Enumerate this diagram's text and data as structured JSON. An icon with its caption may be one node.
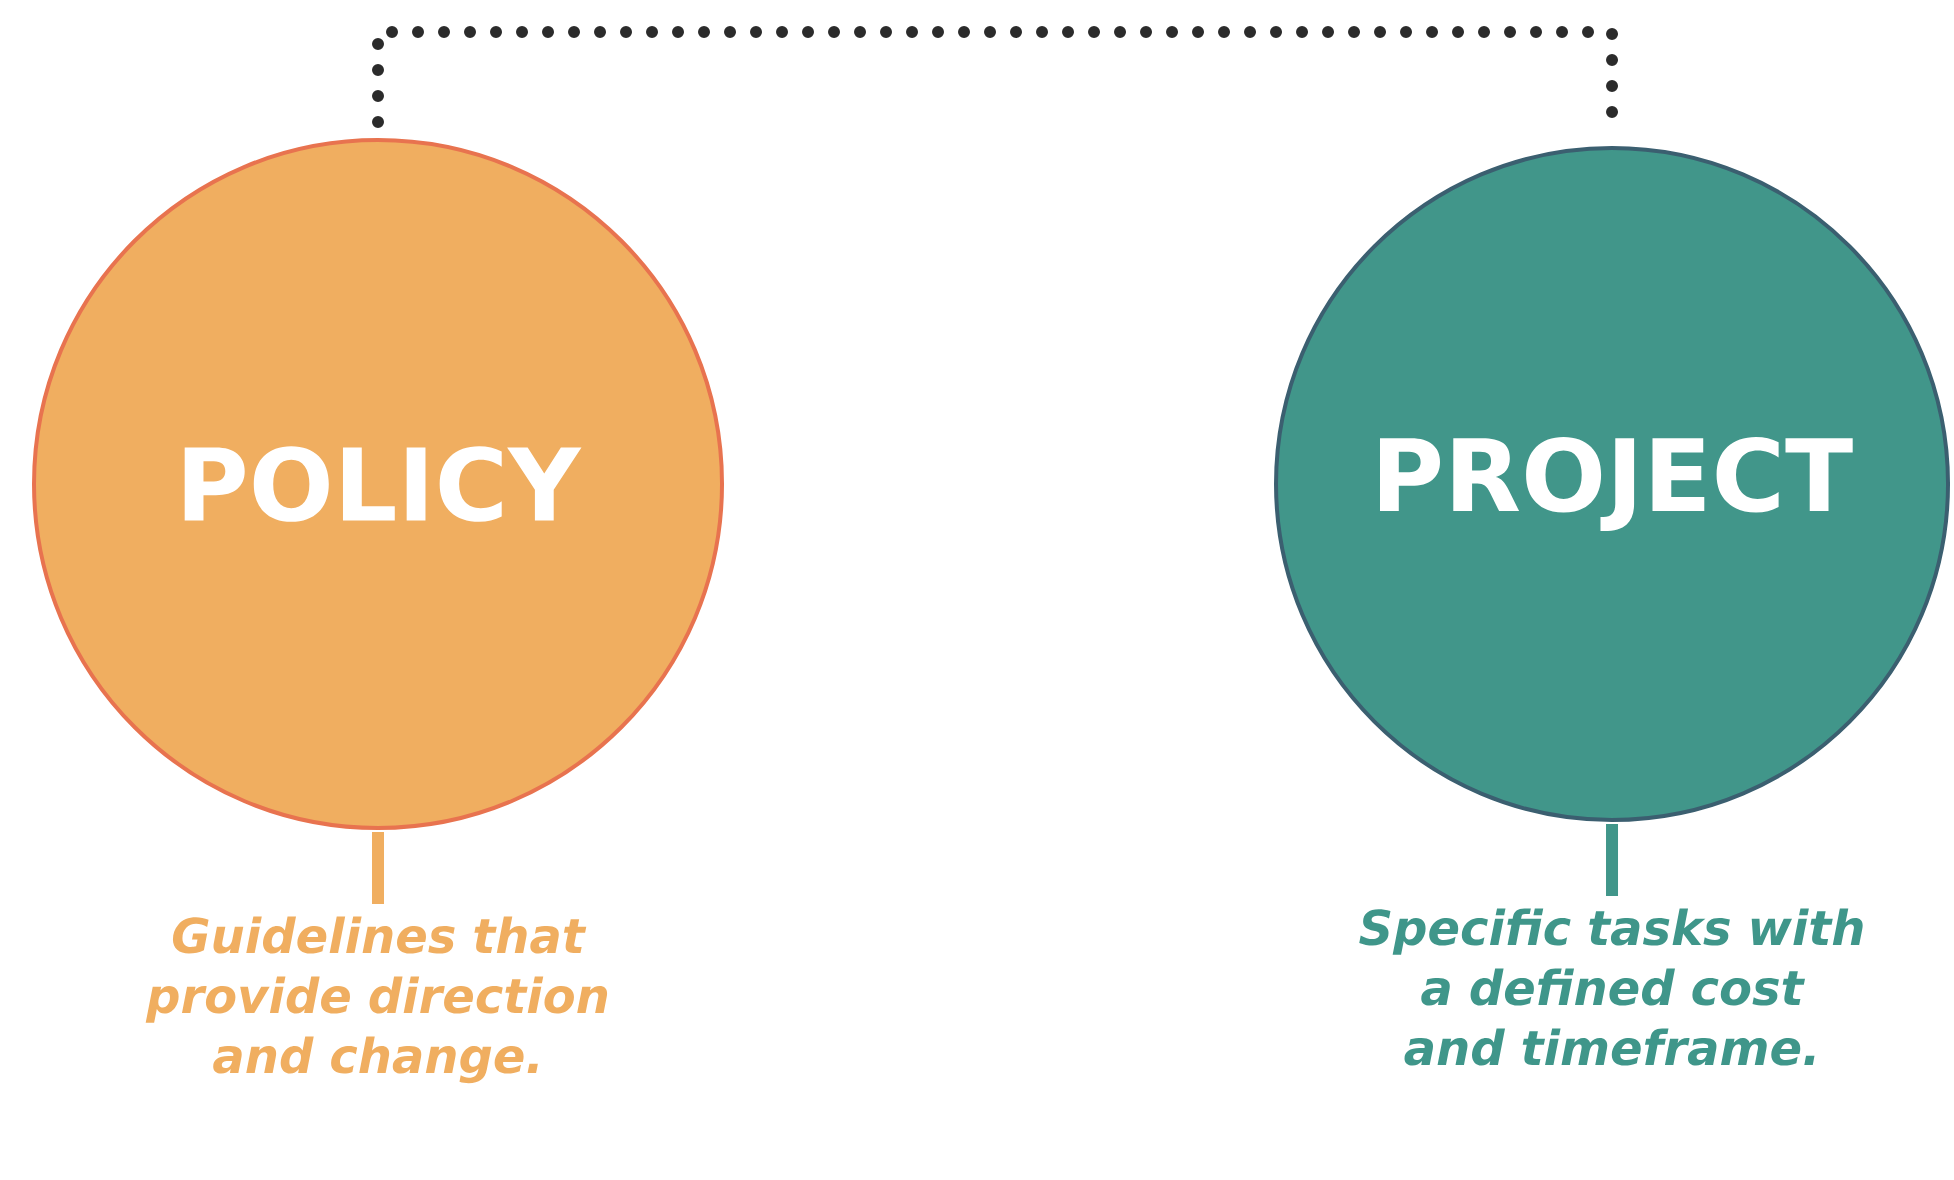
{
  "diagram": {
    "nodes": [
      {
        "text": [
          "POLICY"
        ],
        "beside": [
          "Guidelines that provide direction and change."
        ]
      },
      {
        "text": [
          "PROJECT"
        ],
        "beside": [
          "Specific tasks with a defined cost and timeframe."
        ]
      }
    ],
    "edges": [
      {
        "from": 0,
        "to": 1,
        "arrow": "none",
        "style": "dashed"
      }
    ]
  }
}
